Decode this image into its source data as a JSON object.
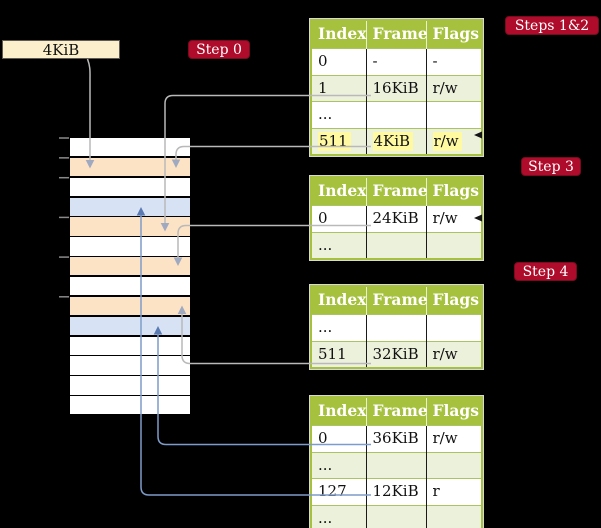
{
  "colors": {
    "background": "#000000",
    "table_header_green": "#a5c13d",
    "table_row_green": "#ecf1dc",
    "highlight_yellow": "#fff9a2",
    "badge_red": "#ae0c2a",
    "frame_box_cream": "#fbf0cb",
    "memory_peach": "#fce3c6",
    "memory_blue": "#d7e3f4",
    "memory_white": "#ffffff",
    "gray_line": "#b9b9b9",
    "gray_arrow": "#9fa9c0",
    "blue_line": "#7e9cc9",
    "blue_arrow": "#5a7ab2",
    "tick_gray": "#8a8a8a"
  },
  "frame_label": {
    "text": "4KiB"
  },
  "badges": {
    "step0": "Step 0",
    "steps12": "Steps 1&2",
    "step3": "Step 3",
    "step4": "Step 4"
  },
  "memory": {
    "row_colors": [
      "white",
      "peach",
      "white",
      "blue",
      "peach",
      "white",
      "peach",
      "white",
      "peach",
      "blue",
      "white",
      "white",
      "white",
      "white"
    ],
    "tick_boundaries": [
      0,
      1,
      2,
      4,
      6,
      8
    ]
  },
  "tables": [
    {
      "name": "page-table-steps-1-2",
      "columns": [
        "Index",
        "Frame",
        "Flags"
      ],
      "rows": [
        {
          "cells": [
            "0",
            "-",
            "-"
          ],
          "shaded": false,
          "highlighted": false
        },
        {
          "cells": [
            "1",
            "16KiB",
            "r/w"
          ],
          "shaded": true,
          "highlighted": false
        },
        {
          "cells": [
            "...",
            "",
            ""
          ],
          "shaded": false,
          "highlighted": false
        },
        {
          "cells": [
            "511",
            "4KiB",
            "r/w"
          ],
          "shaded": true,
          "highlighted": true
        }
      ]
    },
    {
      "name": "page-table-step-3",
      "columns": [
        "Index",
        "Frame",
        "Flags"
      ],
      "rows": [
        {
          "cells": [
            "0",
            "24KiB",
            "r/w"
          ],
          "shaded": false,
          "highlighted": false
        },
        {
          "cells": [
            "...",
            "",
            ""
          ],
          "shaded": true,
          "highlighted": false
        }
      ]
    },
    {
      "name": "page-table-step-4a",
      "columns": [
        "Index",
        "Frame",
        "Flags"
      ],
      "rows": [
        {
          "cells": [
            "...",
            "",
            ""
          ],
          "shaded": false,
          "highlighted": false
        },
        {
          "cells": [
            "511",
            "32KiB",
            "r/w"
          ],
          "shaded": true,
          "highlighted": false
        }
      ]
    },
    {
      "name": "page-table-step-4b",
      "columns": [
        "Index",
        "Frame",
        "Flags"
      ],
      "rows": [
        {
          "cells": [
            "0",
            "36KiB",
            "r/w"
          ],
          "shaded": false,
          "highlighted": false
        },
        {
          "cells": [
            "...",
            "",
            ""
          ],
          "shaded": true,
          "highlighted": false
        },
        {
          "cells": [
            "127",
            "12KiB",
            "r"
          ],
          "shaded": false,
          "highlighted": false
        },
        {
          "cells": [
            "...",
            "",
            ""
          ],
          "shaded": true,
          "highlighted": false
        }
      ]
    }
  ]
}
